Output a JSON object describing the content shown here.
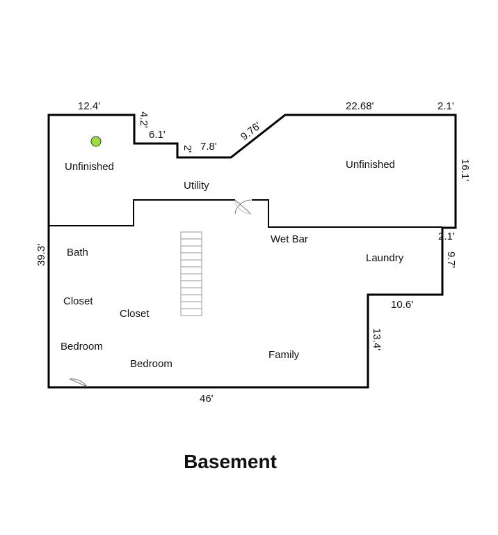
{
  "title": "Basement",
  "rooms": {
    "unfinished_left": "Unfinished",
    "unfinished_right": "Unfinished",
    "utility": "Utility",
    "wet_bar": "Wet Bar",
    "bath": "Bath",
    "closet_1": "Closet",
    "closet_2": "Closet",
    "laundry": "Laundry",
    "bedroom_1": "Bedroom",
    "bedroom_2": "Bedroom",
    "family": "Family"
  },
  "dimensions": {
    "top_left": "12.4'",
    "step_down_1": "4.2'",
    "ledge_1": "6.1'",
    "step_down_2": "2'",
    "ledge_2": "7.8'",
    "diagonal": "9.76'",
    "top_right": "22.68'",
    "top_right_corner": "2.1'",
    "right_upper": "16.1'",
    "right_notch": "2.1'",
    "right_mid": "9.7'",
    "inset_horizontal": "10.6'",
    "inset_vertical": "13.4'",
    "left_side": "39.3'",
    "bottom": "46'"
  },
  "colors": {
    "wall": "#000000",
    "marker": "#9be03c"
  }
}
